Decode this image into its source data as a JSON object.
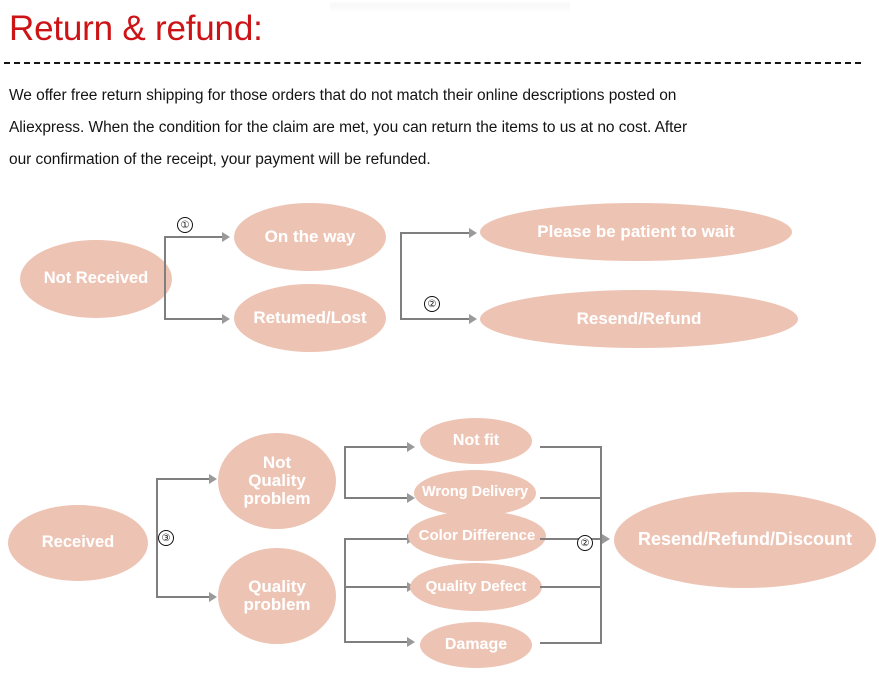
{
  "header": {
    "title": "Return & refund:",
    "title_color": "#cc1417",
    "paragraph_lines": [
      "We offer free return shipping for  those orders that do not  match their online descriptions  posted on",
      "Aliexpress. When the condition for the claim are met, you can return the items to us at no cost. After",
      "our confirmation of the receipt, your payment will be refunded."
    ]
  },
  "theme": {
    "node_fill": "#edc3b3",
    "node_text": "#ffffff",
    "connector": "#7f7f7f",
    "arrow": "#9a9a9a",
    "background": "#ffffff"
  },
  "flow_not_received": {
    "start": "Not Received",
    "branch_badge": "①",
    "merge_badge": "②",
    "states": [
      "On the way",
      "Retumed/Lost"
    ],
    "outcomes": [
      "Please be patient to wait",
      "Resend/Refund"
    ]
  },
  "flow_received": {
    "start": "Received",
    "branch_badge": "③",
    "merge_badge": "②",
    "categories": [
      "Not Quality problem",
      "Quality problem"
    ],
    "category_lines": [
      [
        "Not",
        "Quality",
        "problem"
      ],
      [
        "Quality",
        "problem"
      ]
    ],
    "reasons": [
      "Not fit",
      "Wrong Delivery",
      "Color Difference",
      "Quality Defect",
      "Damage"
    ],
    "outcome": "Resend/Refund/Discount"
  }
}
